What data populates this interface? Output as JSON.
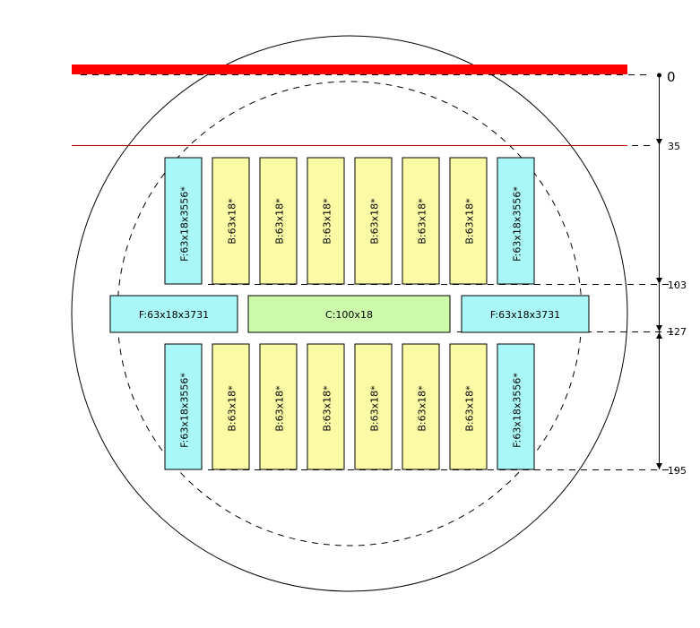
{
  "colors": {
    "cyan": "#aaf7f7",
    "yellow": "#fbfba6",
    "green": "#cdfaaa",
    "red": "#ff0000",
    "thin_red": "#c00000",
    "stroke": "#000000"
  },
  "scale": {
    "marks": [
      {
        "value": 0,
        "label": "0"
      },
      {
        "value": 35,
        "label": "35"
      },
      {
        "value": 103,
        "label": "103"
      },
      {
        "value": 127,
        "label": "127"
      },
      {
        "value": 195,
        "label": "195"
      }
    ]
  },
  "top_row": [
    {
      "label": "F:63x18x3556*",
      "kind": "cyan"
    },
    {
      "label": "B:63x18*",
      "kind": "yellow"
    },
    {
      "label": "B:63x18*",
      "kind": "yellow"
    },
    {
      "label": "B:63x18*",
      "kind": "yellow"
    },
    {
      "label": "B:63x18*",
      "kind": "yellow"
    },
    {
      "label": "B:63x18*",
      "kind": "yellow"
    },
    {
      "label": "B:63x18*",
      "kind": "yellow"
    },
    {
      "label": "F:63x18x3556*",
      "kind": "cyan"
    }
  ],
  "middle_row": [
    {
      "label": "F:63x18x3731",
      "kind": "cyan"
    },
    {
      "label": "C:100x18",
      "kind": "green"
    },
    {
      "label": "F:63x18x3731",
      "kind": "cyan"
    }
  ],
  "bottom_row": [
    {
      "label": "F:63x18x3556*",
      "kind": "cyan"
    },
    {
      "label": "B:63x18*",
      "kind": "yellow"
    },
    {
      "label": "B:63x18*",
      "kind": "yellow"
    },
    {
      "label": "B:63x18*",
      "kind": "yellow"
    },
    {
      "label": "B:63x18*",
      "kind": "yellow"
    },
    {
      "label": "B:63x18*",
      "kind": "yellow"
    },
    {
      "label": "B:63x18*",
      "kind": "yellow"
    },
    {
      "label": "F:63x18x3556*",
      "kind": "cyan"
    }
  ]
}
